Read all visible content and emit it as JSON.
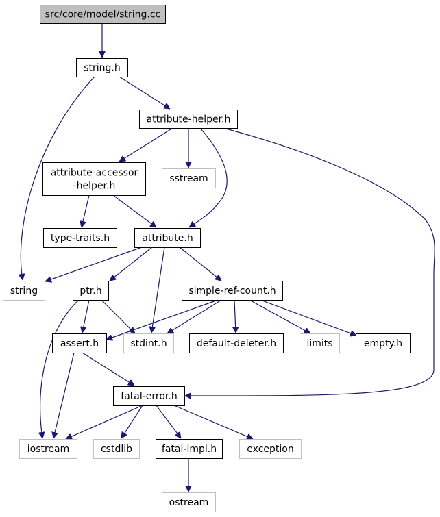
{
  "graph": {
    "nodes": [
      {
        "id": "string_cc",
        "label": "src/core/model/string.cc",
        "style": "root",
        "clickable": false
      },
      {
        "id": "string_h",
        "label": "string.h",
        "style": "local",
        "clickable": true
      },
      {
        "id": "attribute_helper_h",
        "label": "attribute-helper.h",
        "style": "local",
        "clickable": true
      },
      {
        "id": "attribute_accessor_helper_h",
        "label": [
          "attribute-accessor",
          "-helper.h"
        ],
        "style": "local",
        "clickable": true
      },
      {
        "id": "sstream",
        "label": "sstream",
        "style": "system",
        "clickable": false
      },
      {
        "id": "type_traits_h",
        "label": "type-traits.h",
        "style": "local",
        "clickable": true
      },
      {
        "id": "attribute_h",
        "label": "attribute.h",
        "style": "local",
        "clickable": true
      },
      {
        "id": "string",
        "label": "string",
        "style": "system",
        "clickable": false
      },
      {
        "id": "ptr_h",
        "label": "ptr.h",
        "style": "local",
        "clickable": true
      },
      {
        "id": "simple_ref_count_h",
        "label": "simple-ref-count.h",
        "style": "local",
        "clickable": true
      },
      {
        "id": "assert_h",
        "label": "assert.h",
        "style": "local",
        "clickable": true
      },
      {
        "id": "stdint_h",
        "label": "stdint.h",
        "style": "system",
        "clickable": false
      },
      {
        "id": "default_deleter_h",
        "label": "default-deleter.h",
        "style": "local",
        "clickable": true
      },
      {
        "id": "limits",
        "label": "limits",
        "style": "system",
        "clickable": false
      },
      {
        "id": "empty_h",
        "label": "empty.h",
        "style": "local",
        "clickable": true
      },
      {
        "id": "fatal_error_h",
        "label": "fatal-error.h",
        "style": "local",
        "clickable": true
      },
      {
        "id": "iostream",
        "label": "iostream",
        "style": "system",
        "clickable": false
      },
      {
        "id": "cstdlib",
        "label": "cstdlib",
        "style": "system",
        "clickable": false
      },
      {
        "id": "fatal_impl_h",
        "label": "fatal-impl.h",
        "style": "local",
        "clickable": true
      },
      {
        "id": "exception",
        "label": "exception",
        "style": "system",
        "clickable": false
      },
      {
        "id": "ostream",
        "label": "ostream",
        "style": "system",
        "clickable": false
      }
    ],
    "edges": [
      {
        "from": "string_cc",
        "to": "string_h"
      },
      {
        "from": "string_h",
        "to": "attribute_helper_h"
      },
      {
        "from": "string_h",
        "to": "string"
      },
      {
        "from": "attribute_helper_h",
        "to": "attribute_accessor_helper_h"
      },
      {
        "from": "attribute_helper_h",
        "to": "sstream"
      },
      {
        "from": "attribute_helper_h",
        "to": "attribute_h"
      },
      {
        "from": "attribute_helper_h",
        "to": "fatal_error_h"
      },
      {
        "from": "attribute_accessor_helper_h",
        "to": "type_traits_h"
      },
      {
        "from": "attribute_accessor_helper_h",
        "to": "attribute_h"
      },
      {
        "from": "attribute_h",
        "to": "string"
      },
      {
        "from": "attribute_h",
        "to": "ptr_h"
      },
      {
        "from": "attribute_h",
        "to": "stdint_h"
      },
      {
        "from": "attribute_h",
        "to": "simple_ref_count_h"
      },
      {
        "from": "ptr_h",
        "to": "assert_h"
      },
      {
        "from": "ptr_h",
        "to": "stdint_h"
      },
      {
        "from": "ptr_h",
        "to": "iostream"
      },
      {
        "from": "simple_ref_count_h",
        "to": "assert_h"
      },
      {
        "from": "simple_ref_count_h",
        "to": "stdint_h"
      },
      {
        "from": "simple_ref_count_h",
        "to": "default_deleter_h"
      },
      {
        "from": "simple_ref_count_h",
        "to": "limits"
      },
      {
        "from": "simple_ref_count_h",
        "to": "empty_h"
      },
      {
        "from": "assert_h",
        "to": "fatal_error_h"
      },
      {
        "from": "assert_h",
        "to": "iostream"
      },
      {
        "from": "fatal_error_h",
        "to": "iostream"
      },
      {
        "from": "fatal_error_h",
        "to": "cstdlib"
      },
      {
        "from": "fatal_error_h",
        "to": "fatal_impl_h"
      },
      {
        "from": "fatal_error_h",
        "to": "exception"
      },
      {
        "from": "fatal_impl_h",
        "to": "ostream"
      }
    ]
  },
  "colors": {
    "edge": "#191970",
    "root_fill": "#bfbfbf",
    "root_border": "#000000",
    "local_border": "#000000",
    "system_border": "#bfbfbf",
    "background": "#ffffff"
  }
}
